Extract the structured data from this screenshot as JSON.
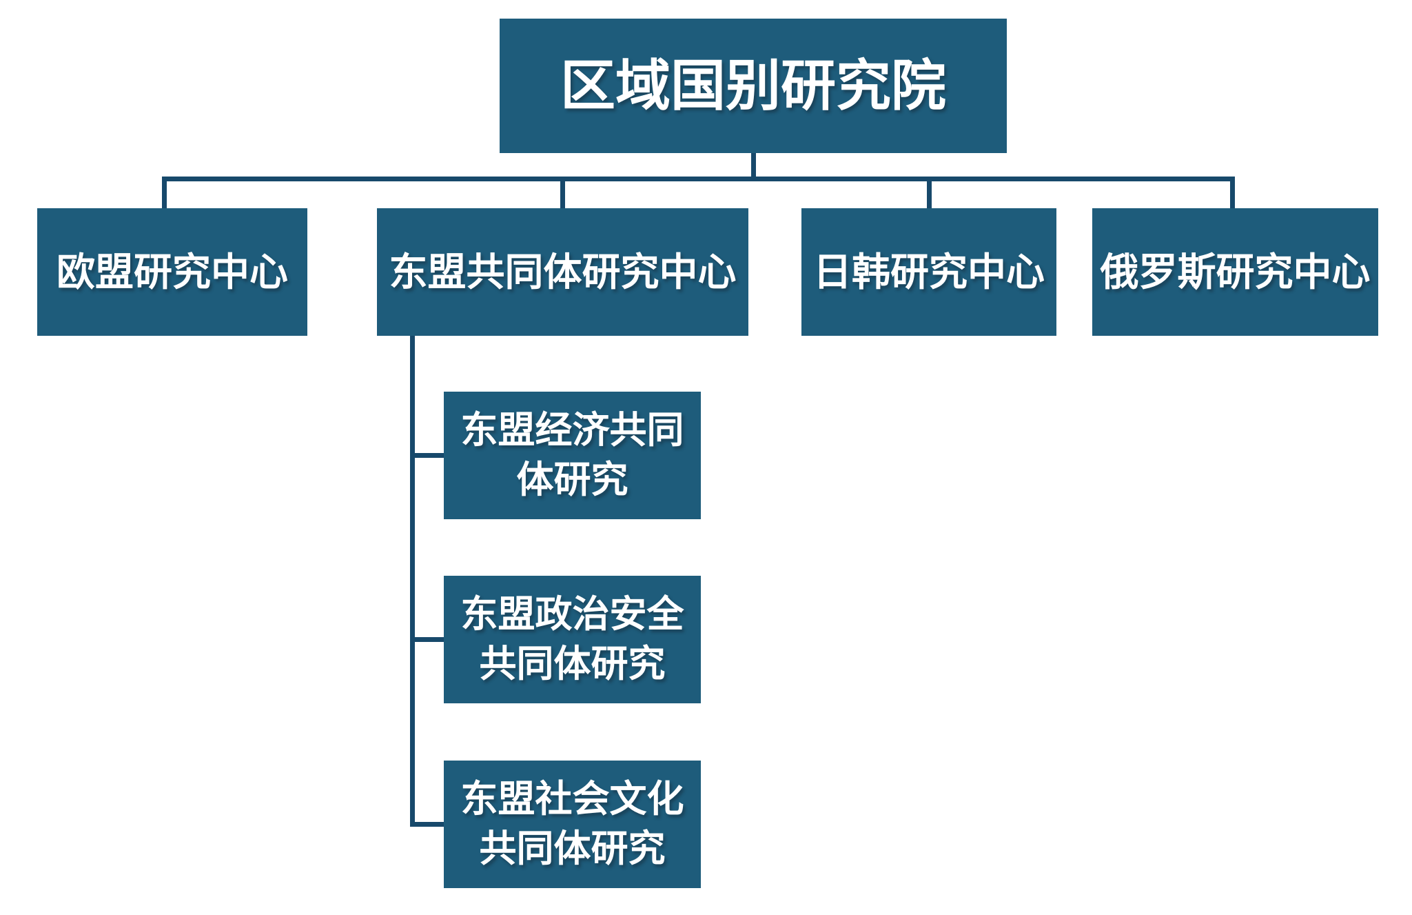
{
  "diagram": {
    "type": "org-chart",
    "colors": {
      "background": "#FFFFFF",
      "box_fill": "#1E5C7B",
      "connector": "#17496B",
      "text": "#FFFFFF"
    },
    "root": {
      "label": "区域国别研究院"
    },
    "centers": [
      {
        "label": "欧盟研究中心"
      },
      {
        "label": "东盟共同体研究中心"
      },
      {
        "label": "日韩研究中心"
      },
      {
        "label": "俄罗斯研究中心"
      }
    ],
    "asean_children": [
      {
        "label": "东盟经济共同体研究",
        "lines": [
          "东盟经济共同",
          "体研究"
        ]
      },
      {
        "label": "东盟政治安全共同体研究",
        "lines": [
          "东盟政治安全",
          "共同体研究"
        ]
      },
      {
        "label": "东盟社会文化共同体研究",
        "lines": [
          "东盟社会文化",
          "共同体研究"
        ]
      }
    ]
  }
}
